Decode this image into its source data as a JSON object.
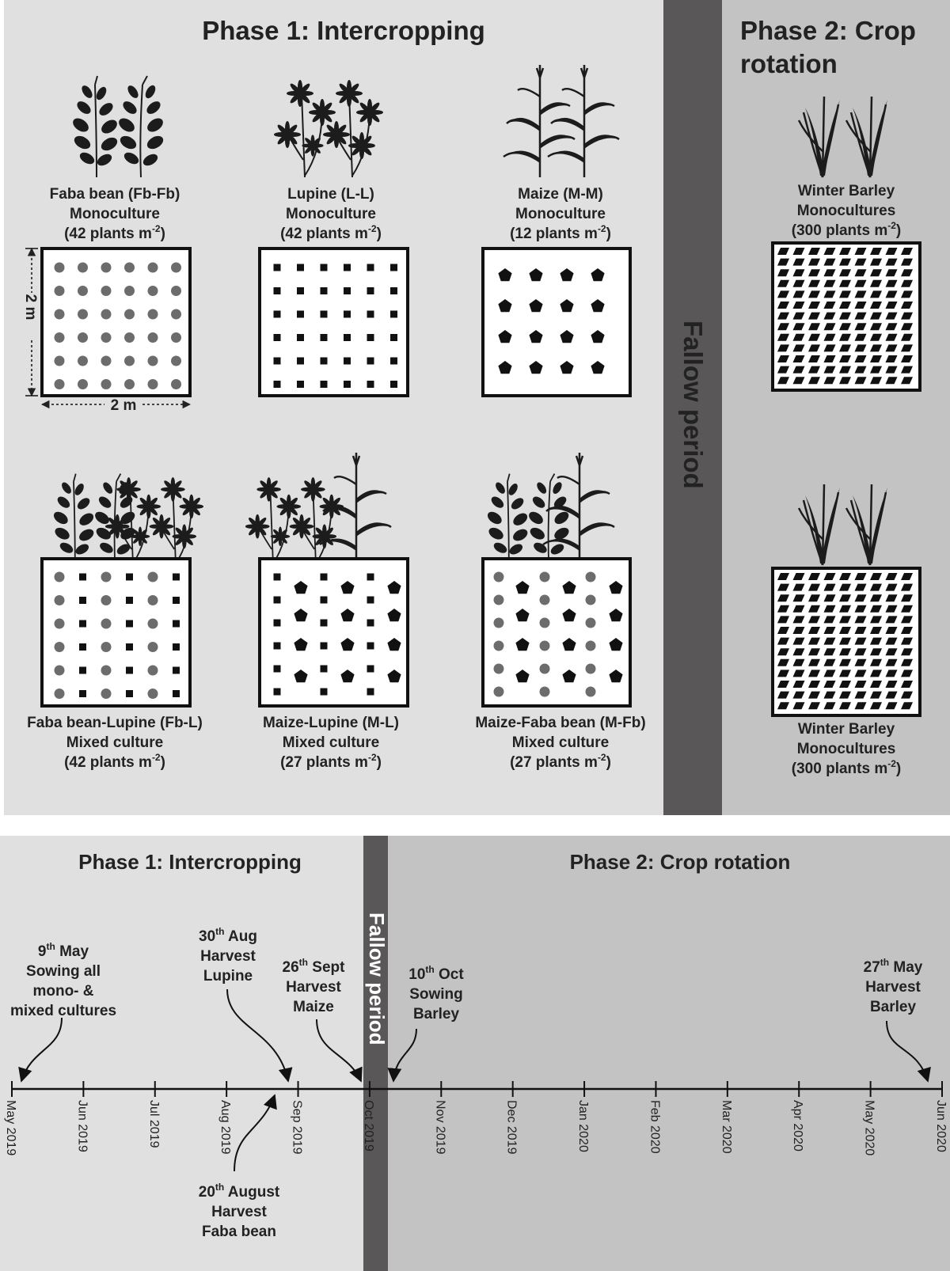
{
  "top": {
    "phase1_title": "Phase 1: Intercropping",
    "phase2_title_line1": "Phase 2: Crop",
    "phase2_title_line2": "rotation",
    "fallow_label": "Fallow period",
    "dimension_label": "2 m",
    "mono": [
      {
        "line1": "Faba bean (Fb-Fb)",
        "line2": "Monoculture",
        "density": "(42 plants m",
        "unit_exp": "-2",
        "close": ")"
      },
      {
        "line1": "Lupine (L-L)",
        "line2": "Monoculture",
        "density": "(42 plants m",
        "unit_exp": "-2",
        "close": ")"
      },
      {
        "line1": "Maize (M-M)",
        "line2": "Monoculture",
        "density": "(12 plants m",
        "unit_exp": "-2",
        "close": ")"
      }
    ],
    "mixed": [
      {
        "line1": "Faba bean-Lupine (Fb-L)",
        "line2": "Mixed culture",
        "density": "(42 plants m",
        "unit_exp": "-2",
        "close": ")"
      },
      {
        "line1": "Maize-Lupine (M-L)",
        "line2": "Mixed culture",
        "density": "(27 plants m",
        "unit_exp": "-2",
        "close": ")"
      },
      {
        "line1": "Maize-Faba bean (M-Fb)",
        "line2": "Mixed culture",
        "density": "(27 plants m",
        "unit_exp": "-2",
        "close": ")"
      }
    ],
    "barley_top": {
      "line1": "Winter Barley",
      "line2": "Monocultures",
      "density": "(300 plants m",
      "unit_exp": "-2",
      "close": ")"
    },
    "barley_bottom": {
      "line1": "Winter Barley",
      "line2": "Monocultures",
      "density": "(300 plants m",
      "unit_exp": "-2",
      "close": ")"
    }
  },
  "timeline": {
    "phase1_title": "Phase 1: Intercropping",
    "phase2_title": "Phase 2: Crop rotation",
    "fallow_label": "Fallow period",
    "ticks": [
      "May 2019",
      "Jun 2019",
      "Jul 2019",
      "Aug 2019",
      "Sep 2019",
      "Oct 2019",
      "Nov 2019",
      "Dec 2019",
      "Jan 2020",
      "Feb 2020",
      "Mar 2020",
      "Apr 2020",
      "May 2020",
      "Jun 2020"
    ],
    "events": [
      {
        "day": "9",
        "sup": "th",
        "month": " May",
        "lines": [
          "Sowing all",
          "mono- &",
          "mixed cultures"
        ]
      },
      {
        "day": "20",
        "sup": "th",
        "month": " August",
        "lines": [
          "Harvest",
          "Faba bean"
        ]
      },
      {
        "day": "30",
        "sup": "th",
        "month": " Aug",
        "lines": [
          "Harvest",
          "Lupine"
        ]
      },
      {
        "day": "26",
        "sup": "th",
        "month": " Sept",
        "lines": [
          "Harvest",
          "Maize"
        ]
      },
      {
        "day": "10",
        "sup": "th",
        "month": " Oct",
        "lines": [
          "Sowing",
          "Barley"
        ]
      },
      {
        "day": "27",
        "sup": "th",
        "month": " May",
        "lines": [
          "Harvest",
          "Barley"
        ]
      }
    ]
  },
  "colors": {
    "phase1_bg": "#e0e0e0",
    "phase2_bg": "#c3c3c3",
    "fallow": "#5a5758",
    "plant": "#1c1c1c",
    "faba_dot": "#6c6c6c"
  },
  "icons": [
    "faba-bean-plant-icon",
    "lupine-plant-icon",
    "maize-plant-icon",
    "barley-plant-icon"
  ]
}
